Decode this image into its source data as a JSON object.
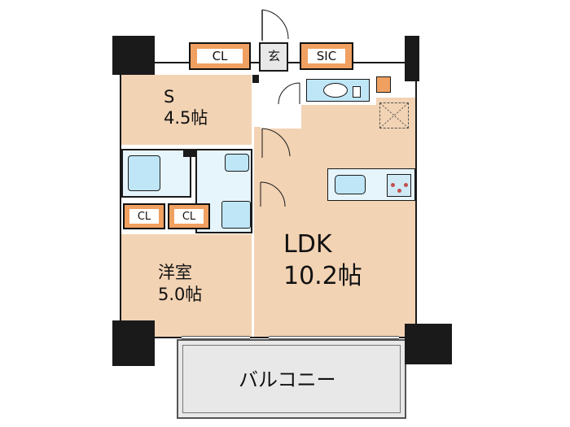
{
  "rooms": {
    "s_room": {
      "name": "S",
      "size": "4.5帖"
    },
    "western_room": {
      "name": "洋室",
      "size": "5.0帖"
    },
    "ldk": {
      "name": "LDK",
      "size": "10.2帖"
    },
    "balcony": {
      "name": "バルコニー"
    },
    "entrance": {
      "name": "玄"
    },
    "sic": {
      "name": "SIC"
    }
  },
  "closets": {
    "top": "CL",
    "bottom_left": "CL",
    "bottom_right": "CL"
  },
  "colors": {
    "room_fill": "#f2d3b4",
    "closet_fill": "#f0a060",
    "fixture_fill": "#bfe6f7",
    "wall": "#1a1a1a"
  }
}
